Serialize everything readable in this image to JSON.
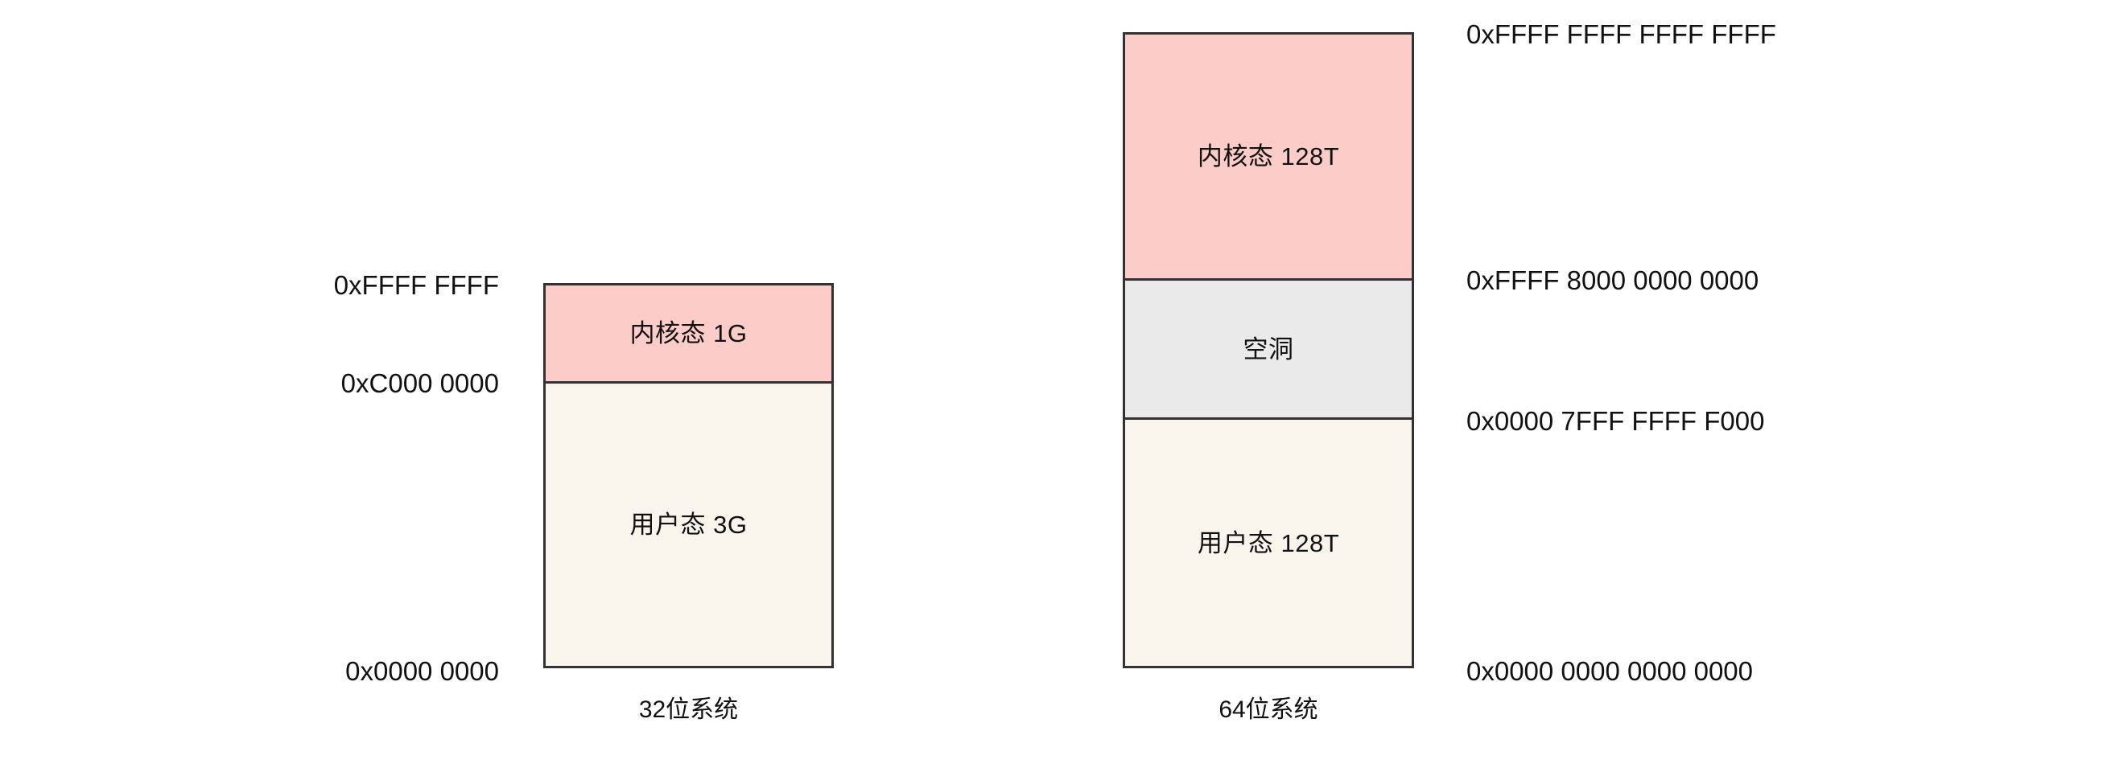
{
  "diagrams": [
    {
      "id": "32bit",
      "caption": "32位系统",
      "regions": [
        {
          "label": "内核态 1G",
          "fill": "#FCCCC8"
        },
        {
          "label": "用户态 3G",
          "fill": "#F9F5EC"
        }
      ],
      "address_labels": [
        {
          "text": "0xFFFF FFFF"
        },
        {
          "text": "0xC000 0000"
        },
        {
          "text": "0x0000 0000"
        }
      ]
    },
    {
      "id": "64bit",
      "caption": "64位系统",
      "regions": [
        {
          "label": "内核态 128T",
          "fill": "#FCCCC8"
        },
        {
          "label": "空洞",
          "fill": "#EAEAEA"
        },
        {
          "label": "用户态 128T",
          "fill": "#F9F5EC"
        }
      ],
      "address_labels": [
        {
          "text": "0xFFFF FFFF FFFF FFFF"
        },
        {
          "text": "0xFFFF 8000 0000 0000"
        },
        {
          "text": "0x0000 7FFF FFFF F000"
        },
        {
          "text": "0x0000 0000 0000 0000"
        }
      ]
    }
  ],
  "colors": {
    "kernel_fill": "#FCCCC8",
    "user_fill": "#F9F5EC",
    "hole_fill": "#EAEAEA",
    "border": "#333333",
    "background": "#FFFFFF",
    "text": "#111111"
  }
}
